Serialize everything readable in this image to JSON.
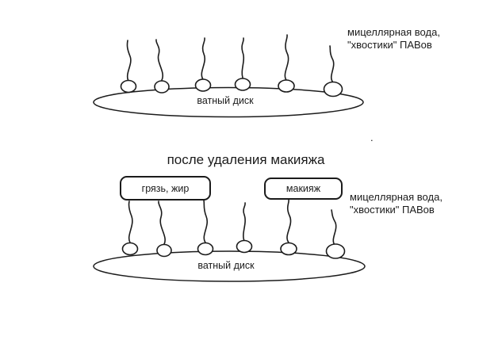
{
  "colors": {
    "ink": "#1b1b1b",
    "background": "#ffffff"
  },
  "top_diagram": {
    "micellar_label_line1": "мицеллярная вода,",
    "micellar_label_line2": "\"хвостики\" ПАВов",
    "disc_label": "ватный диск"
  },
  "section_title": "после удаления макияжа",
  "stray_mark": ".",
  "bottom_diagram": {
    "micellar_label_line1": "мицеллярная вода,",
    "micellar_label_line2": "\"хвостики\" ПАВов",
    "disc_label": "ватный диск",
    "dirt_box_label": "грязь, жир",
    "makeup_box_label": "макияж"
  }
}
